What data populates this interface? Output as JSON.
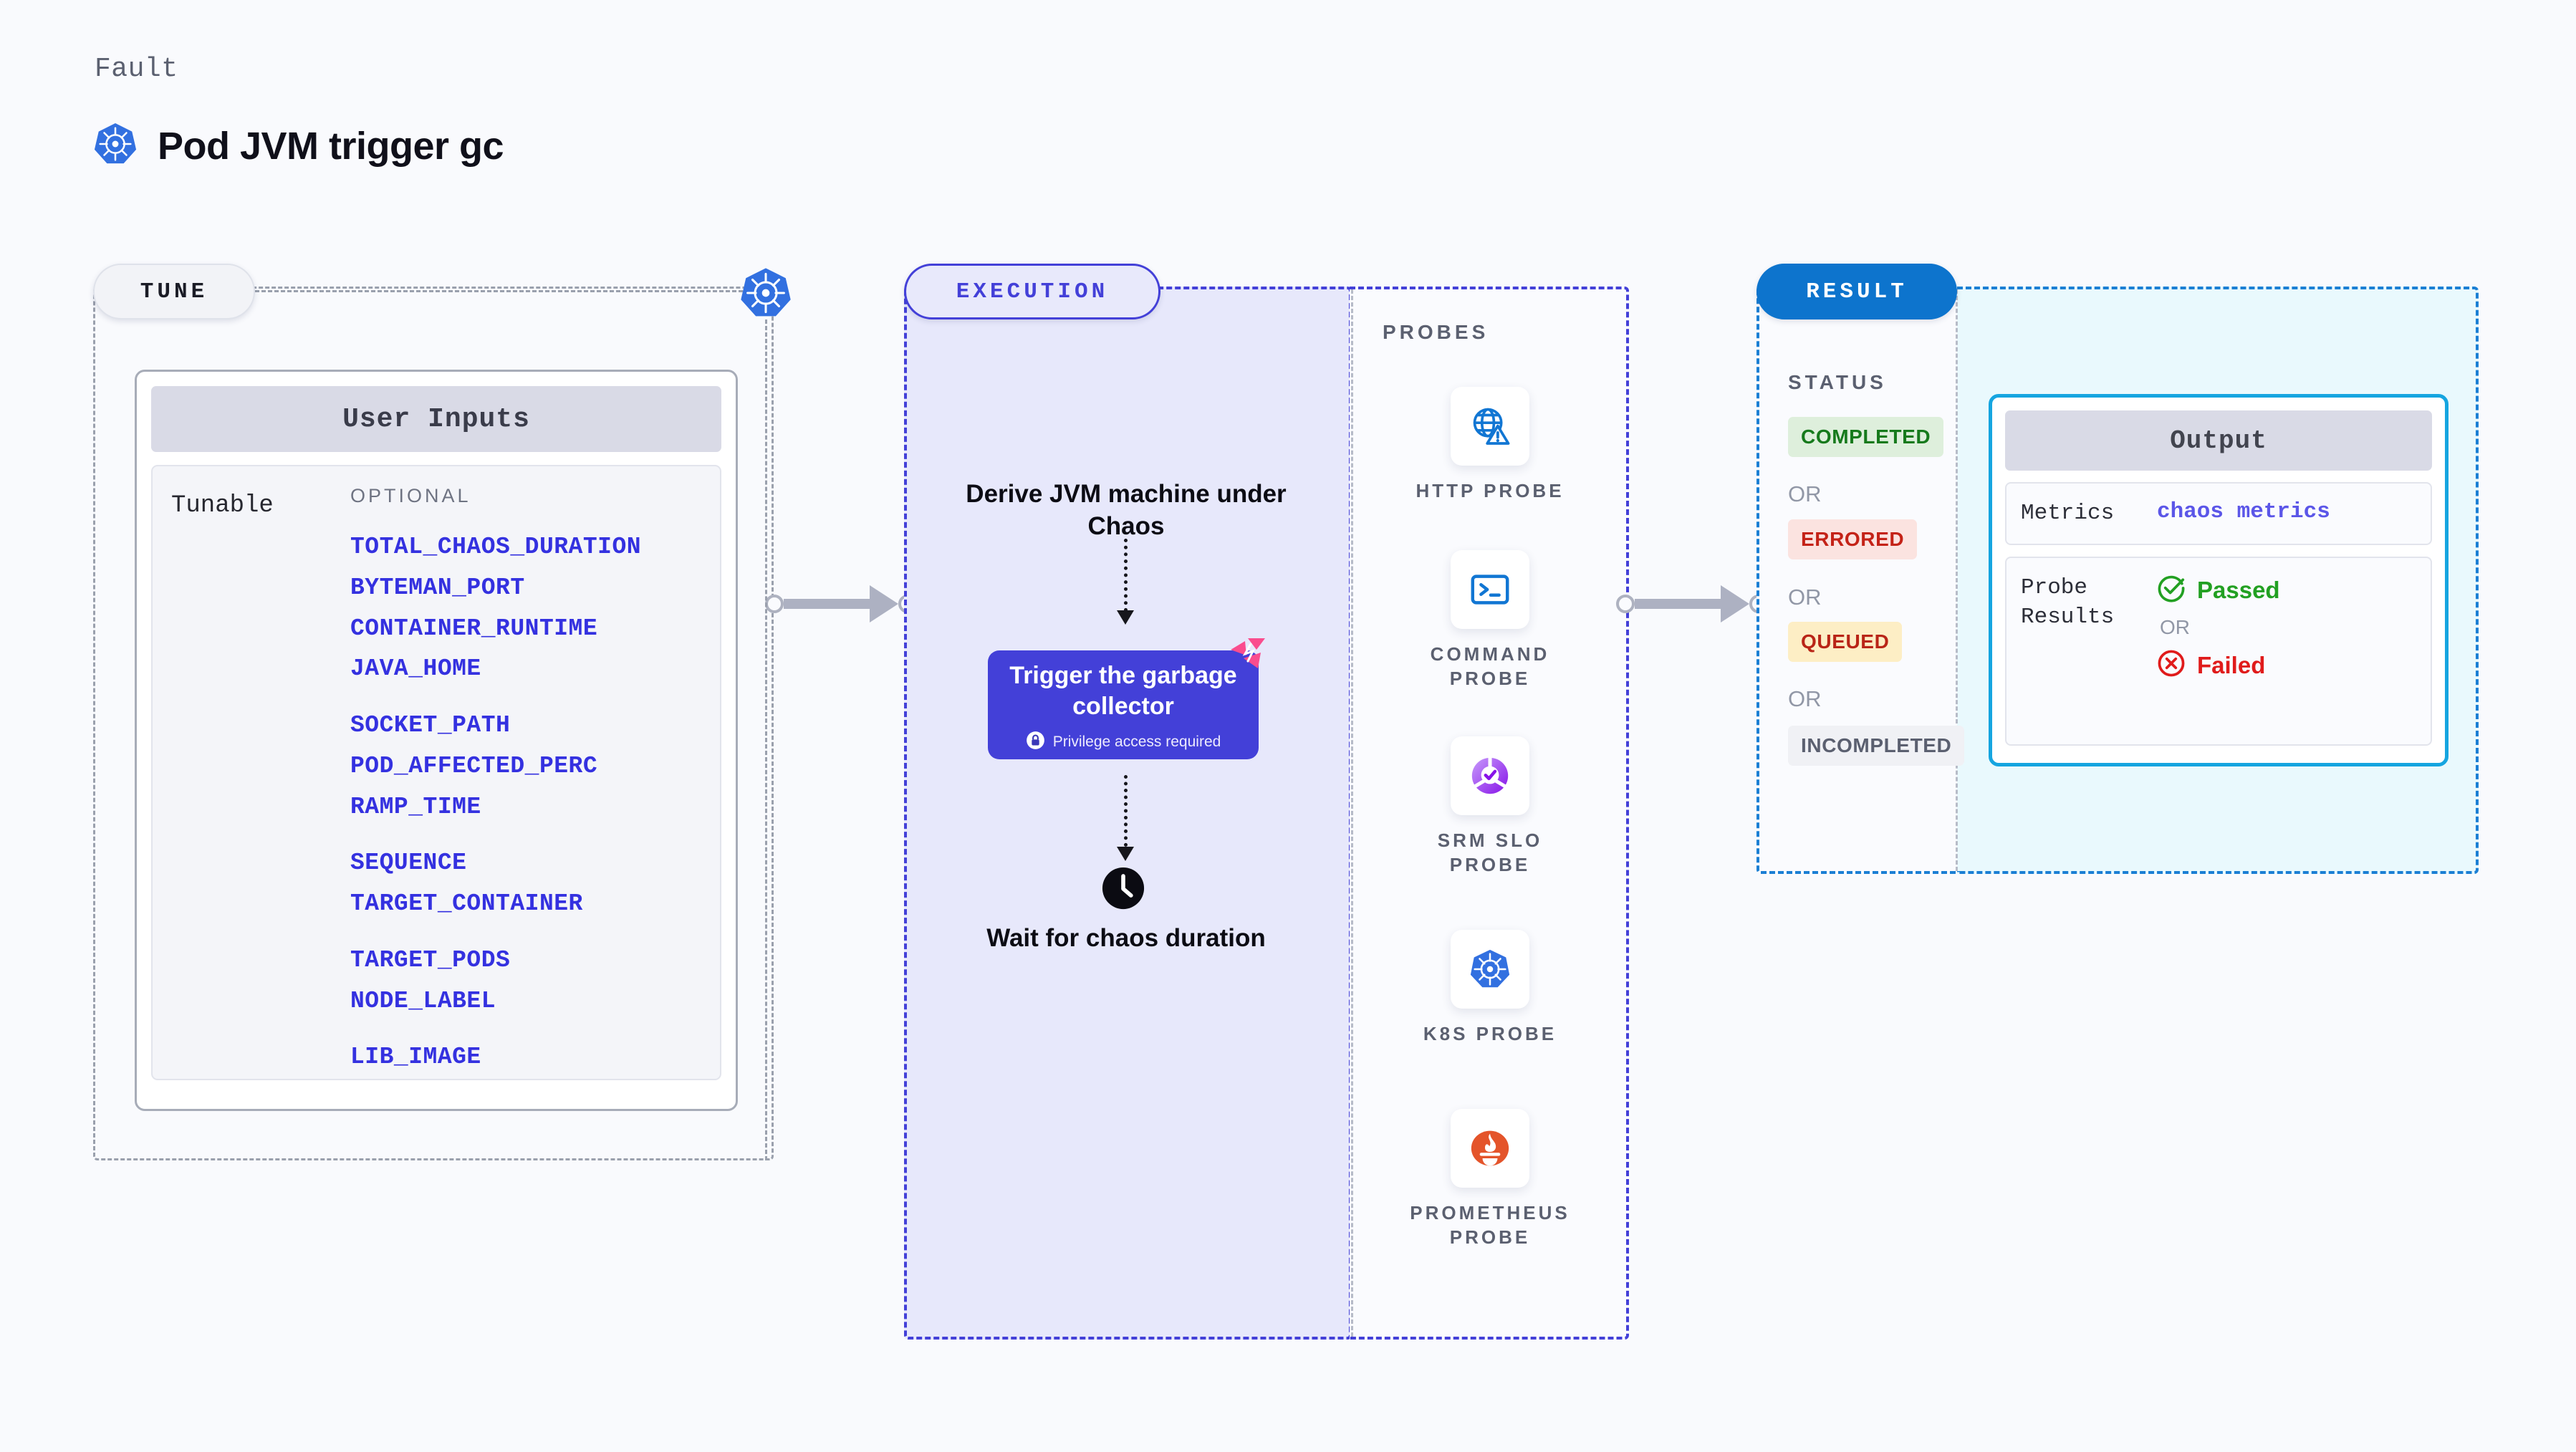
{
  "header": {
    "eyebrow": "Fault",
    "title": "Pod JVM trigger gc",
    "icon": "kubernetes-icon"
  },
  "tune": {
    "pill_label": "TUNE",
    "node_icon": "kubernetes-icon",
    "card": {
      "header": "User Inputs",
      "row_label": "Tunable",
      "column_title": "OPTIONAL",
      "groups": [
        [
          "TOTAL_CHAOS_DURATION",
          "BYTEMAN_PORT",
          "CONTAINER_RUNTIME",
          "JAVA_HOME"
        ],
        [
          "SOCKET_PATH",
          "POD_AFFECTED_PERC",
          "RAMP_TIME"
        ],
        [
          "SEQUENCE",
          "TARGET_CONTAINER"
        ],
        [
          "TARGET_PODS",
          "NODE_LABEL"
        ],
        [
          "LIB_IMAGE"
        ]
      ]
    }
  },
  "execution": {
    "pill_label": "EXECUTION",
    "step_1": "Derive JVM machine under Chaos",
    "action_card": {
      "title": "Trigger the garbage collector",
      "privilege_note": "Privilege access required",
      "lock_icon": "lock-icon",
      "corner_icon": "litmus-chaos-icon",
      "color": "#4340d8"
    },
    "step_2": "Wait for chaos duration",
    "step_2_icon": "clock-icon"
  },
  "probes": {
    "label": "PROBES",
    "items": [
      {
        "name": "HTTP PROBE",
        "icon": "globe-warning-icon"
      },
      {
        "name": "COMMAND PROBE",
        "icon": "terminal-icon"
      },
      {
        "name": "SRM SLO PROBE",
        "icon": "srm-slo-icon"
      },
      {
        "name": "K8S PROBE",
        "icon": "kubernetes-icon"
      },
      {
        "name": "PROMETHEUS PROBE",
        "icon": "prometheus-icon"
      }
    ]
  },
  "result": {
    "pill_label": "RESULT",
    "status_label": "STATUS",
    "or_label": "OR",
    "statuses": [
      {
        "label": "COMPLETED",
        "bg": "#deefdc",
        "fg": "#167a1c"
      },
      {
        "label": "ERRORED",
        "bg": "#fbe3e0",
        "fg": "#c42217"
      },
      {
        "label": "QUEUED",
        "bg": "#fdeec5",
        "fg": "#b92517"
      },
      {
        "label": "INCOMPLETED",
        "bg": "#f0f1f5",
        "fg": "#5b6070"
      }
    ],
    "output": {
      "header": "Output",
      "metrics_key": "Metrics",
      "metrics_value": "chaos metrics",
      "probe_key": "Probe Results",
      "passed_label": "Passed",
      "passed_icon": "check-circle-icon",
      "passed_color": "#22a022",
      "or_label": "OR",
      "failed_label": "Failed",
      "failed_icon": "x-circle-icon",
      "failed_color": "#e01b1b"
    }
  },
  "colors": {
    "background": "#f9fafd",
    "accent_purple": "#4340d8",
    "accent_blue": "#0d74cd",
    "output_border": "#15a5e0",
    "variable_blue": "#3431e0"
  }
}
